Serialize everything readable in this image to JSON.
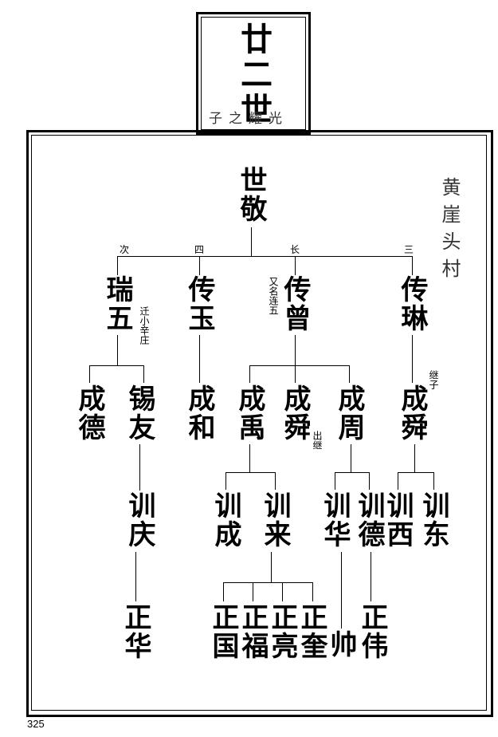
{
  "header": {
    "generation": "廿二世",
    "subtitle": "子之耀光"
  },
  "village": "黄崖头村",
  "root": "世敬",
  "order_labels": {
    "ruiwu": "次",
    "chuanyu": "四",
    "chuanzeng": "长",
    "chuanlin": "三"
  },
  "gen1": {
    "ruiwu": "瑞五",
    "chuanyu": "传玉",
    "chuanzeng": "传曾",
    "chuanlin": "传琳"
  },
  "notes": {
    "ruiwu": "迁小辛庄",
    "chuanzeng": "又名连五",
    "chuanlin_adopted": "继子",
    "chengshun_out": "出继"
  },
  "gen2": {
    "chengde": "成德",
    "xiyou": "锡友",
    "chenghe": "成和",
    "chengyu": "成禹",
    "chengshun": "成舜",
    "chengzhou": "成周",
    "chengshun2": "成舜"
  },
  "gen3": {
    "xunqing": "训庆",
    "xuncheng": "训成",
    "xunlai": "训来",
    "xunhua": "训华",
    "xunde": "训德",
    "xunxi": "训西",
    "xundong": "训东"
  },
  "gen4": {
    "zhenghua": "正华",
    "zhengguo": "正国",
    "zhengfu": "正福",
    "zhengliang": "正亮",
    "zhengkui": "正奎",
    "shuai": "帅",
    "zhengwei": "正伟"
  },
  "page_number": "325"
}
